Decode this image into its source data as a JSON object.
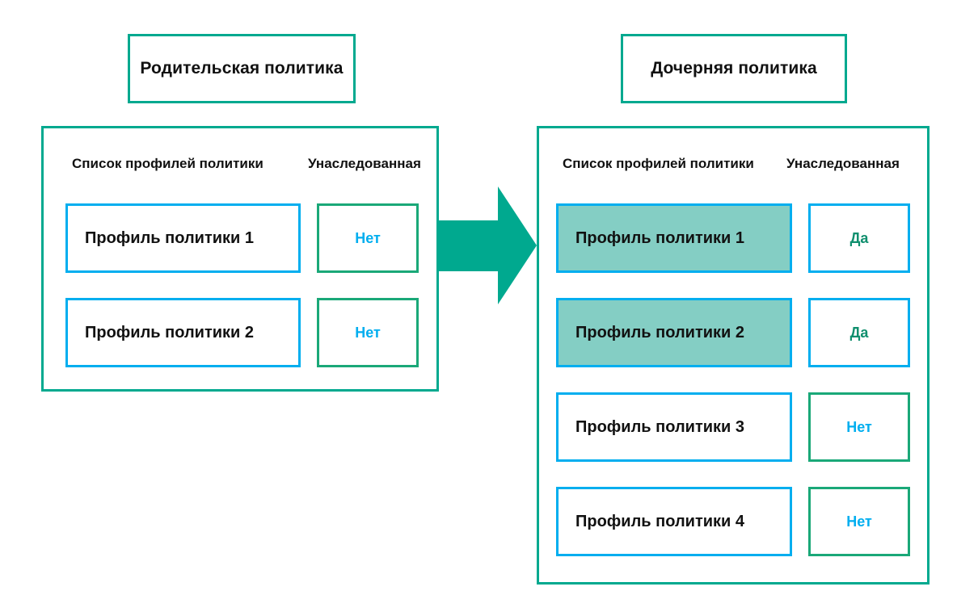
{
  "diagram": {
    "title_parent": "Родительская политика",
    "title_child": "Дочерняя политика",
    "arrow_label": "arrow-right-icon",
    "colors": {
      "green": "#00a98f",
      "green_border": "#1aa878",
      "blue": "#00aeef",
      "highlight_fill": "#84cec4",
      "text": "#111111",
      "yes_text": "#108f6e"
    }
  },
  "parent_panel": {
    "headers": {
      "profiles": "Список профилей политики",
      "inherited": "Унаследованная"
    },
    "rows": [
      {
        "profile": "Профиль политики 1",
        "inherited": "Нет",
        "inherited_state": "no",
        "highlighted": false
      },
      {
        "profile": "Профиль политики 2",
        "inherited": "Нет",
        "inherited_state": "no",
        "highlighted": false
      }
    ]
  },
  "child_panel": {
    "headers": {
      "profiles": "Список профилей политики",
      "inherited": "Унаследованная"
    },
    "rows": [
      {
        "profile": "Профиль политики 1",
        "inherited": "Да",
        "inherited_state": "yes",
        "highlighted": true
      },
      {
        "profile": "Профиль политики 2",
        "inherited": "Да",
        "inherited_state": "yes",
        "highlighted": true
      },
      {
        "profile": "Профиль политики 3",
        "inherited": "Нет",
        "inherited_state": "no",
        "highlighted": false
      },
      {
        "profile": "Профиль политики 4",
        "inherited": "Нет",
        "inherited_state": "no",
        "highlighted": false
      }
    ]
  }
}
